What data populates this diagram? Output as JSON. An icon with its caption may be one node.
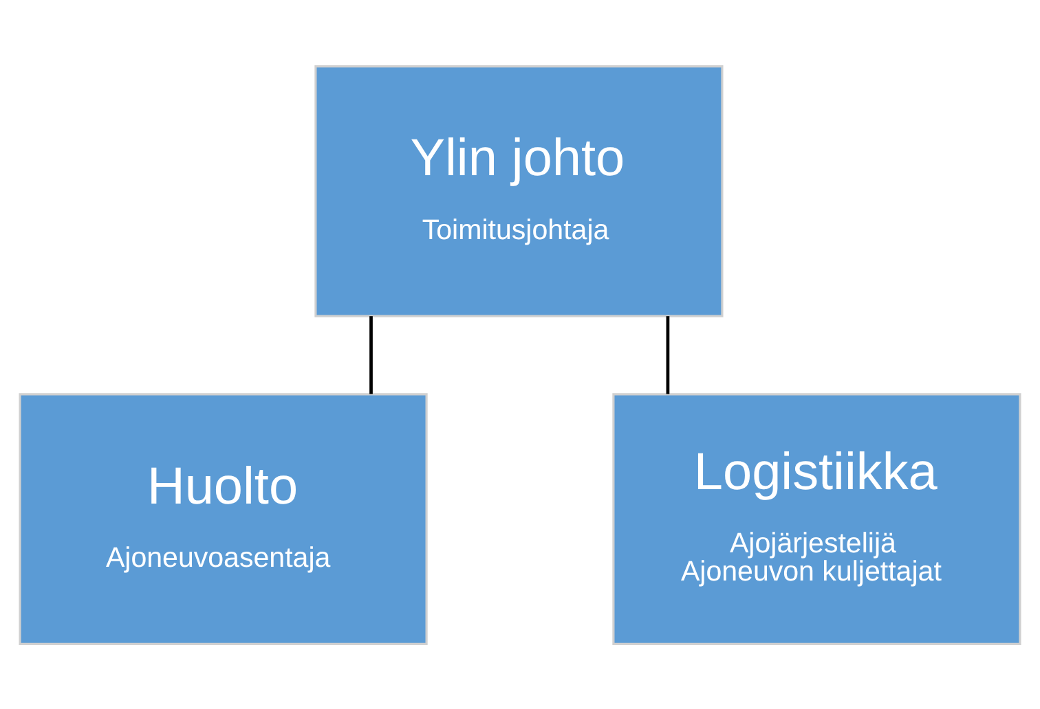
{
  "diagram": {
    "nodes": [
      {
        "text": [
          "Ylin johto",
          "Toimitusjohtaja"
        ]
      },
      {
        "text": [
          "Huolto",
          "Ajoneuvoasentaja"
        ]
      },
      {
        "text": [
          "Logistiikka",
          "Ajojärjestelijä",
          "Ajoneuvon kuljettajat"
        ]
      }
    ],
    "edges": [
      {
        "from": 0,
        "to": 1,
        "arrow": "none"
      },
      {
        "from": 0,
        "to": 2,
        "arrow": "none"
      }
    ]
  }
}
